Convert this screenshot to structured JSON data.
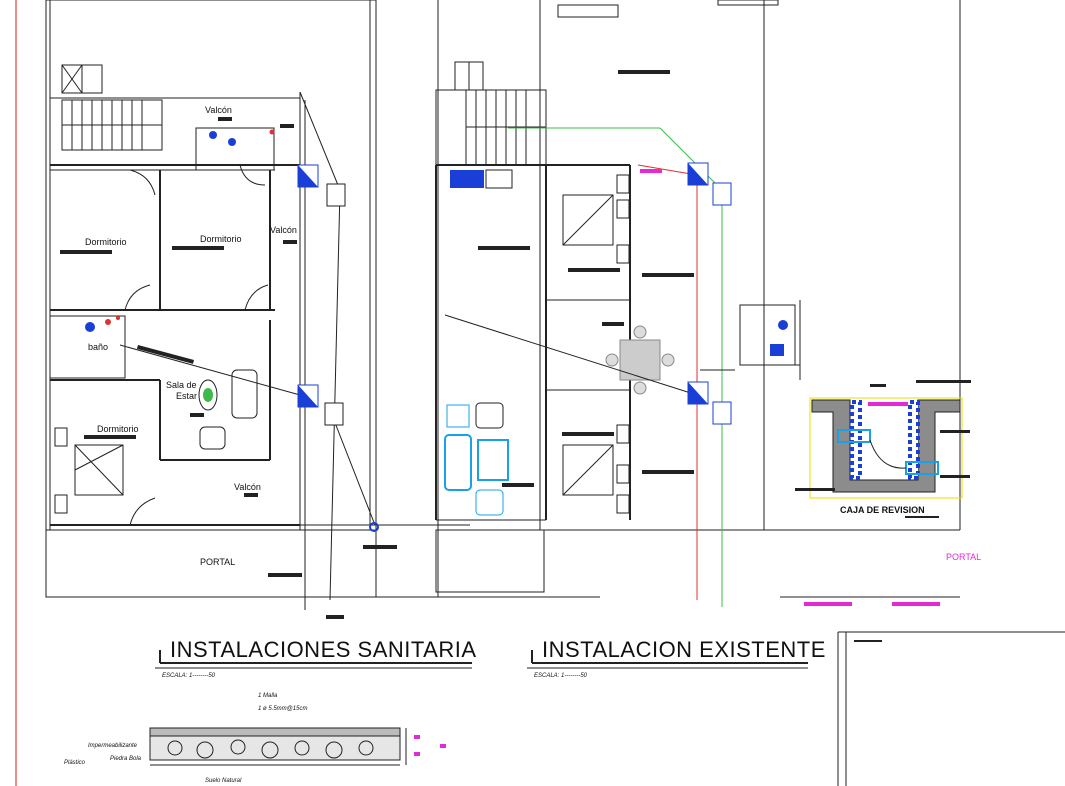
{
  "plan_left": {
    "title": "INSTALACIONES SANITARIA",
    "scale": "ESCALA:          1--------50",
    "rooms": {
      "valcon_top": "Valcón",
      "valcon_right": "Valcón",
      "valcon_bottom": "Valcón",
      "dormitorio_1": "Dormitorio",
      "dormitorio_2": "Dormitorio",
      "dormitorio_3": "Dormitorio",
      "bano": "baño",
      "sala_1": "Sala de",
      "sala_2": "Estar",
      "portal": "PORTAL"
    }
  },
  "plan_right": {
    "title": "INSTALACION EXISTENTE",
    "scale": "ESCALA:          1--------50",
    "portal": "PORTAL"
  },
  "detail_box": {
    "title": "CAJA DE REVISION"
  },
  "section_detail": {
    "note_1": "1  Malla",
    "note_2": "1  ø  5.5mm@15cm",
    "layer_1": "Impermeabilizante",
    "layer_2": "Plástico",
    "layer_3": "Piedra  Bola",
    "layer_4": "Suelo  Natural"
  },
  "colors": {
    "line": "#222222",
    "cold_pipe": "#e0302f",
    "drain_pipe": "#3dbb4a",
    "fixture": "#1a3fd6",
    "accent": "#e32ad6",
    "border": "#d01f1f"
  }
}
